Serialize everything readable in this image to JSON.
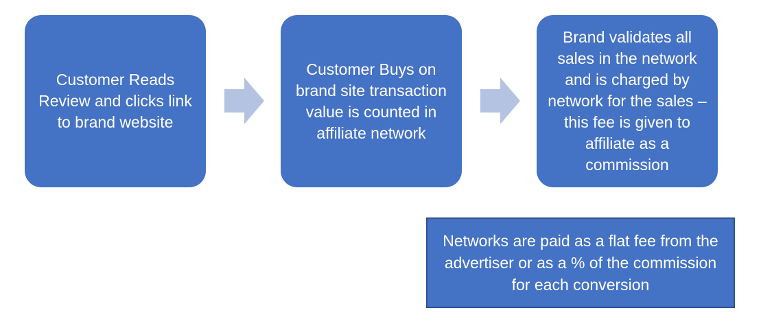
{
  "steps": [
    {
      "text": "Customer Reads Review and clicks link to brand website"
    },
    {
      "text": "Customer Buys on brand site transaction value is counted in affiliate network"
    },
    {
      "text": "Brand validates all sales in the network and is charged by network for the sales – this fee is given to affiliate as a commission"
    }
  ],
  "note": {
    "text": "Networks are paid as a flat fee from the advertiser or as a % of the commission for each conversion"
  },
  "colors": {
    "box_fill": "#4472c4",
    "note_border": "#2f528f",
    "arrow_fill": "#b4c3e1",
    "text": "#ffffff"
  },
  "icons": {
    "connector": "right-arrow-icon"
  }
}
